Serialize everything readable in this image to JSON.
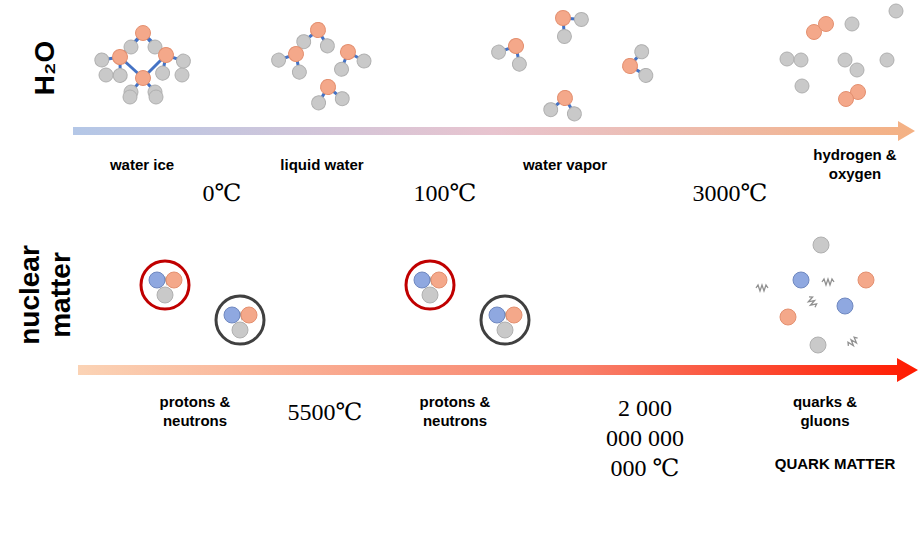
{
  "diagram": {
    "labels": [
      "H₂O",
      "water ice",
      "0℃",
      "liquid water",
      "100℃",
      "water vapor",
      "3000℃",
      "hydrogen & oxygen",
      "nuclear matter",
      "protons & neutrons",
      "5500℃",
      "protons & neutrons",
      "2 000 000 000 000 ℃",
      "quarks & gluons",
      "QUARK MATTER"
    ]
  }
}
